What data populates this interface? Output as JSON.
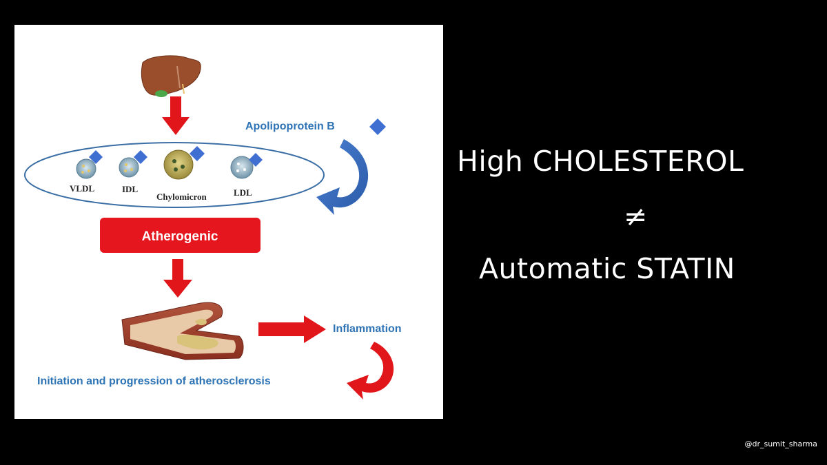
{
  "diagram": {
    "apo_label": "Apolipoprotein B",
    "particles": [
      "VLDL",
      "IDL",
      "Chylomicron",
      "LDL"
    ],
    "atherogenic_label": "Atherogenic",
    "inflammation_label": "Inflammation",
    "bottom_label": "Initiation and progression of atherosclerosis"
  },
  "headline": {
    "line1": "High CHOLESTEROL",
    "line2": "≠",
    "line3": "Automatic STATIN"
  },
  "handle": "@dr_sumit_sharma",
  "colors": {
    "arrow_red": "#e0161b",
    "text_blue": "#2e74b5",
    "diamond_blue": "#3f6fd0",
    "ellipse_stroke": "#3a6ea5",
    "badge_red": "#e5161d"
  }
}
